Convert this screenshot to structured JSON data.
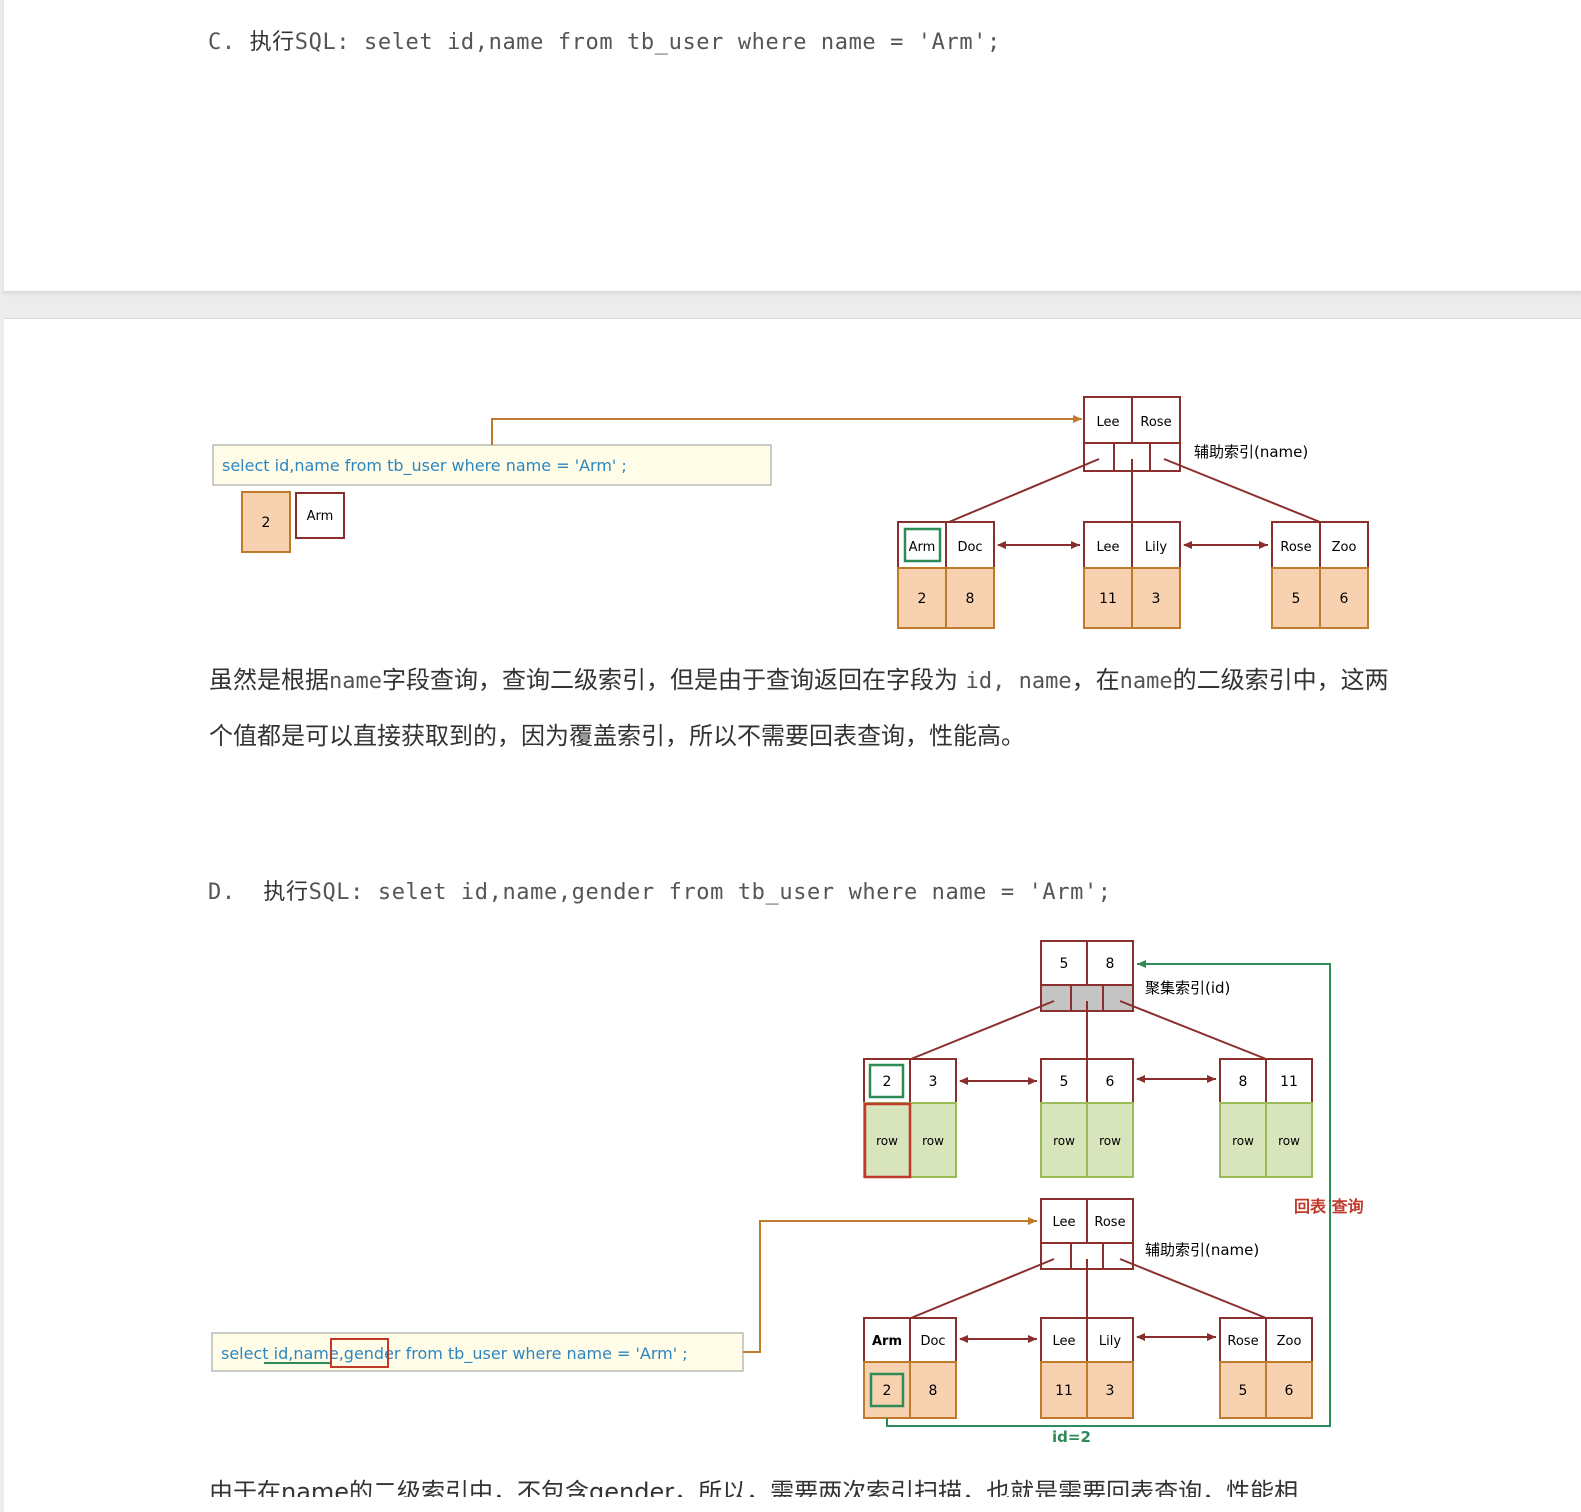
{
  "section_c": {
    "label": "C.",
    "exec_cn": "执行",
    "sql_prefix": "SQL:",
    "sql": " selet id,name from tb_user where name = 'Arm';"
  },
  "diagram_c": {
    "query_text": "select id,name from tb_user where name = 'Arm' ;",
    "result_id": "2",
    "result_name": "Arm",
    "index_label": "辅助索引(name)",
    "root_keys": [
      "Lee",
      "Rose"
    ],
    "leaves": [
      {
        "keys": [
          "Arm",
          "Doc"
        ],
        "ids": [
          "2",
          "8"
        ]
      },
      {
        "keys": [
          "Lee",
          "Lily"
        ],
        "ids": [
          "11",
          "3"
        ]
      },
      {
        "keys": [
          "Rose",
          "Zoo"
        ],
        "ids": [
          "5",
          "6"
        ]
      }
    ]
  },
  "paragraph_c": {
    "p1": "虽然是根据",
    "c1": "name",
    "p2": "字段查询，查询二级索引，但是由于查询返回在字段为 ",
    "c2": "id, name",
    "p3": "，在",
    "c3": "name",
    "p4": "的二级索引中，这两个值都是可以直接获取到的，因为覆盖索引，所以不需要回表查询，性能高。"
  },
  "section_d": {
    "label": "D.",
    "exec_cn": "执行",
    "sql_prefix": "SQL:",
    "sql": " selet id,name,gender from tb_user where name = 'Arm';"
  },
  "diagram_d": {
    "query_select": "select ",
    "query_cols": "id,name,",
    "query_gender": "gender",
    "query_rest": " from tb_user where name = 'Arm' ;",
    "clustered_label": "聚集索引(id)",
    "clustered_root": [
      "5",
      "8"
    ],
    "clustered_leaves": [
      {
        "keys": [
          "2",
          "3"
        ],
        "rows": [
          "row",
          "row"
        ]
      },
      {
        "keys": [
          "5",
          "6"
        ],
        "rows": [
          "row",
          "row"
        ]
      },
      {
        "keys": [
          "8",
          "11"
        ],
        "rows": [
          "row",
          "row"
        ]
      }
    ],
    "secondary_label": "辅助索引(name)",
    "secondary_root": [
      "Lee",
      "Rose"
    ],
    "secondary_leaves": [
      {
        "keys": [
          "Arm",
          "Doc"
        ],
        "ids": [
          "2",
          "8"
        ]
      },
      {
        "keys": [
          "Lee",
          "Lily"
        ],
        "ids": [
          "11",
          "3"
        ]
      },
      {
        "keys": [
          "Rose",
          "Zoo"
        ],
        "ids": [
          "5",
          "6"
        ]
      }
    ],
    "lookup_label": "回表 查询",
    "id_label": "id=2"
  },
  "paragraph_d_partial": "由于在name的二级索引中，不包含gender，所以，需要两次索引扫描，也就是需要回表查询，性能相",
  "colors": {
    "node_border": "#8b2e2e",
    "key_fill": "#f8d2b0",
    "row_fill": "#d7e4bc",
    "query_fill": "#fffde8",
    "arrow_orange": "#c07a2c",
    "green": "#2e8b57",
    "red": "#c0392b",
    "query_text": "#2e86c1",
    "gray_fill": "#c4c4c4"
  }
}
